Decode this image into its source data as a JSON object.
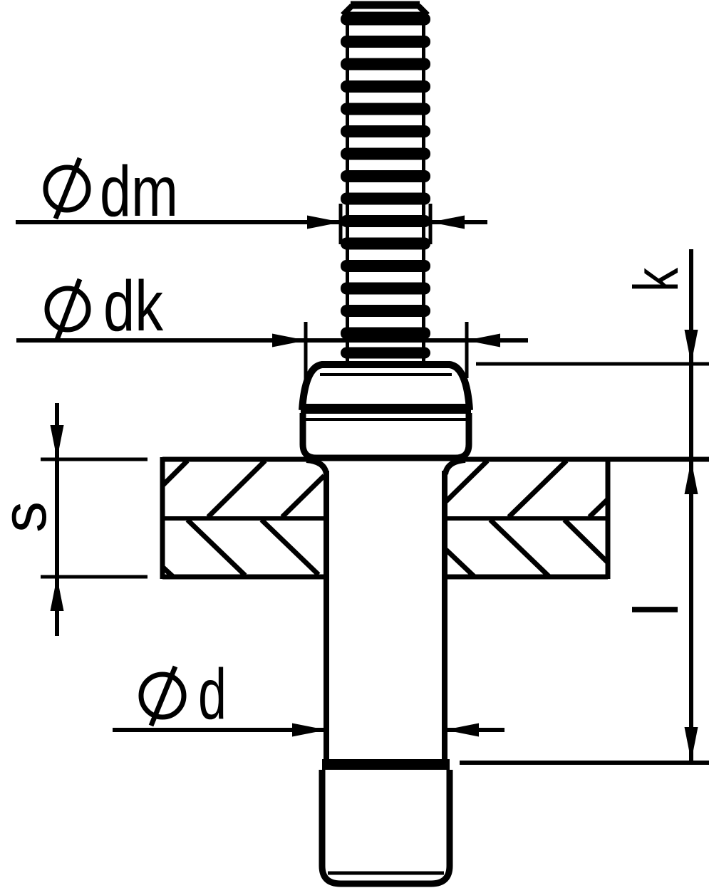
{
  "figure": {
    "background": "#ffffff",
    "line_color": "#000000",
    "dimension_labels": {
      "dm": {
        "symbol": "⌀",
        "text": "dm"
      },
      "dk": {
        "symbol": "⌀",
        "text": "dk"
      },
      "d": {
        "symbol": "⌀",
        "text": "d"
      },
      "k": {
        "text": "k"
      },
      "s": {
        "text": "s"
      },
      "l": {
        "text": "l"
      }
    }
  }
}
